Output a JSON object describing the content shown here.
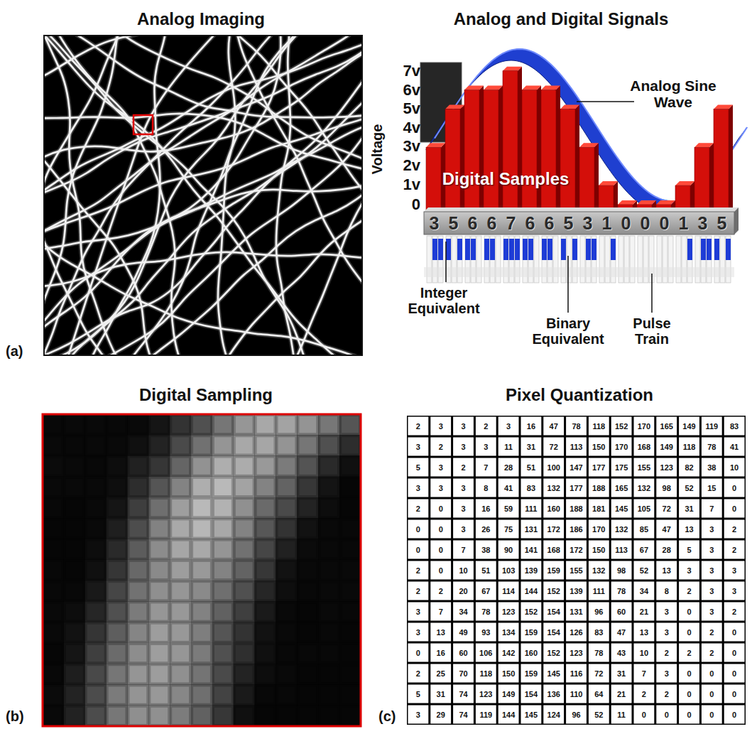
{
  "diagram": {
    "labels": [
      "Analog Imaging",
      "Analog and Digital Signals",
      "(a)",
      "7v",
      "6v",
      "5v",
      "4v",
      "3v",
      "2v",
      "1v",
      "0",
      "Voltage",
      "Analog Sine Wave",
      "Digital Samples",
      "3",
      "5",
      "6",
      "6",
      "7",
      "6",
      "6",
      "5",
      "3",
      "1",
      "0",
      "0",
      "0",
      "1",
      "3",
      "5",
      "Integer Equivalent",
      "Binary Equivalent",
      "Pulse Train",
      "Digital Sampling",
      "Pixel Quantization",
      "(b)",
      "(c)",
      "2",
      "3",
      "3",
      "2",
      "3",
      "16",
      "47",
      "78",
      "118",
      "152",
      "170",
      "165",
      "149",
      "119",
      "83",
      "3",
      "2",
      "3",
      "3",
      "11",
      "31",
      "72",
      "113",
      "150",
      "170",
      "168",
      "149",
      "118",
      "78",
      "41",
      "5",
      "3",
      "2",
      "7",
      "28",
      "51",
      "100",
      "147",
      "177",
      "175",
      "155",
      "123",
      "82",
      "38",
      "10",
      "3",
      "3",
      "3",
      "8",
      "41",
      "83",
      "132",
      "177",
      "188",
      "165",
      "132",
      "98",
      "52",
      "15",
      "0",
      "2",
      "0",
      "3",
      "16",
      "59",
      "111",
      "160",
      "188",
      "181",
      "145",
      "105",
      "72",
      "31",
      "7",
      "0",
      "0",
      "0",
      "3",
      "26",
      "75",
      "131",
      "172",
      "186",
      "170",
      "132",
      "85",
      "47",
      "13",
      "3",
      "2",
      "0",
      "0",
      "7",
      "38",
      "90",
      "141",
      "168",
      "172",
      "150",
      "113",
      "67",
      "28",
      "5",
      "3",
      "2",
      "2",
      "0",
      "10",
      "51",
      "103",
      "139",
      "159",
      "155",
      "132",
      "98",
      "52",
      "13",
      "3",
      "3",
      "3",
      "2",
      "2",
      "20",
      "67",
      "114",
      "144",
      "152",
      "139",
      "111",
      "78",
      "34",
      "8",
      "2",
      "3",
      "3",
      "3",
      "7",
      "34",
      "78",
      "123",
      "152",
      "154",
      "131",
      "96",
      "60",
      "21",
      "3",
      "0",
      "3",
      "2",
      "3",
      "13",
      "49",
      "93",
      "134",
      "159",
      "154",
      "126",
      "83",
      "47",
      "13",
      "3",
      "0",
      "2",
      "0",
      "0",
      "16",
      "60",
      "106",
      "142",
      "160",
      "152",
      "123",
      "78",
      "43",
      "10",
      "2",
      "2",
      "2",
      "0",
      "2",
      "25",
      "70",
      "118",
      "150",
      "159",
      "145",
      "116",
      "72",
      "31",
      "7",
      "3",
      "0",
      "0",
      "0",
      "5",
      "31",
      "74",
      "123",
      "149",
      "154",
      "136",
      "110",
      "64",
      "21",
      "2",
      "2",
      "0",
      "0",
      "0",
      "3",
      "29",
      "74",
      "119",
      "144",
      "145",
      "124",
      "96",
      "52",
      "11",
      "0",
      "0",
      "0",
      "0",
      "0"
    ]
  }
}
